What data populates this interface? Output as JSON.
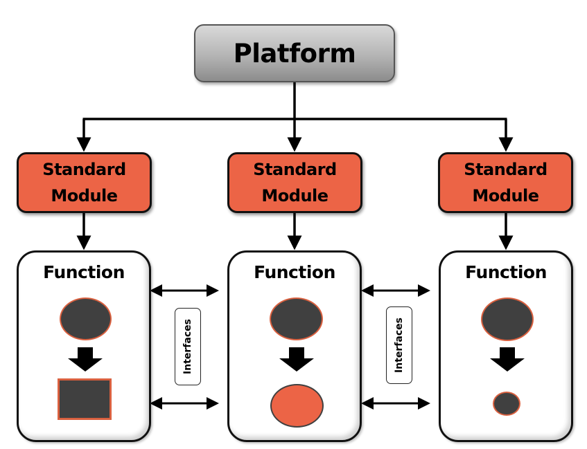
{
  "diagram": {
    "platform": {
      "label": "Platform",
      "color": "#a6a6a6"
    },
    "modules": [
      {
        "label_line1": "Standard",
        "label_line2": "Module"
      },
      {
        "label_line1": "Standard",
        "label_line2": "Module"
      },
      {
        "label_line1": "Standard",
        "label_line2": "Module"
      }
    ],
    "functions": [
      {
        "title": "Function",
        "input_shape": "ellipse-dark",
        "output_shape": "rectangle-dark"
      },
      {
        "title": "Function",
        "input_shape": "ellipse-dark",
        "output_shape": "ellipse-orange"
      },
      {
        "title": "Function",
        "input_shape": "ellipse-dark",
        "output_shape": "small-circle-dark"
      }
    ],
    "interfaces": [
      {
        "label": "Interfaces"
      },
      {
        "label": "Interfaces"
      }
    ],
    "colors": {
      "module_fill": "#ec6446",
      "shape_dark": "#404040",
      "shape_outline": "#d9603f",
      "line": "#000000"
    }
  }
}
